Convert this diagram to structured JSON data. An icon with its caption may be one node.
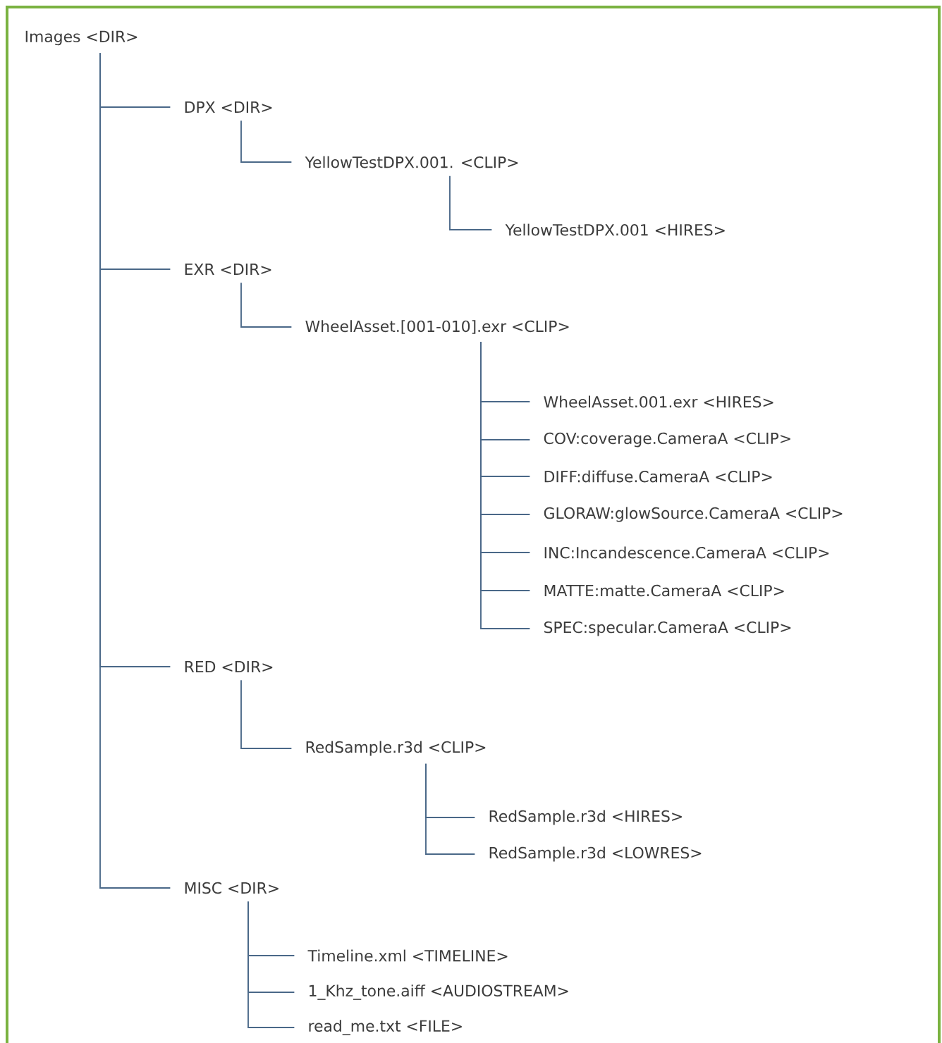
{
  "diagram": {
    "nodes": [
      {
        "text": [
          "Images <DIR>"
        ]
      },
      {
        "text": [
          "DPX <DIR>"
        ]
      },
      {
        "text": [
          "YellowTestDPX.001. <CLIP>"
        ]
      },
      {
        "text": [
          "YellowTestDPX.001 <HIRES>"
        ]
      },
      {
        "text": [
          "EXR <DIR>"
        ]
      },
      {
        "text": [
          "WheelAsset.[001-010].exr <CLIP>"
        ]
      },
      {
        "text": [
          "WheelAsset.001.exr <HIRES>"
        ]
      },
      {
        "text": [
          "COV:coverage.CameraA <CLIP>"
        ]
      },
      {
        "text": [
          "DIFF:diffuse.CameraA <CLIP>"
        ]
      },
      {
        "text": [
          "GLORAW:glowSource.CameraA <CLIP>"
        ]
      },
      {
        "text": [
          "INC:Incandescence.CameraA <CLIP>"
        ]
      },
      {
        "text": [
          "MATTE:matte.CameraA <CLIP>"
        ]
      },
      {
        "text": [
          "SPEC:specular.CameraA <CLIP>"
        ]
      },
      {
        "text": [
          "RED <DIR>"
        ]
      },
      {
        "text": [
          "RedSample.r3d <CLIP>"
        ]
      },
      {
        "text": [
          "RedSample.r3d <HIRES>"
        ]
      },
      {
        "text": [
          "RedSample.r3d <LOWRES>"
        ]
      },
      {
        "text": [
          "MISC <DIR>"
        ]
      },
      {
        "text": [
          "Timeline.xml <TIMELINE>"
        ]
      },
      {
        "text": [
          "1_Khz_tone.aiff <AUDIOSTREAM>"
        ]
      },
      {
        "text": [
          "read_me.txt <FILE>"
        ]
      }
    ],
    "edges": [
      {
        "from": 0,
        "to": 1,
        "arrow": "none"
      },
      {
        "from": 1,
        "to": 2,
        "arrow": "none"
      },
      {
        "from": 2,
        "to": 3,
        "arrow": "none"
      },
      {
        "from": 0,
        "to": 4,
        "arrow": "none"
      },
      {
        "from": 4,
        "to": 5,
        "arrow": "none"
      },
      {
        "from": 5,
        "to": 6,
        "arrow": "none"
      },
      {
        "from": 5,
        "to": 7,
        "arrow": "none"
      },
      {
        "from": 5,
        "to": 8,
        "arrow": "none"
      },
      {
        "from": 5,
        "to": 9,
        "arrow": "none"
      },
      {
        "from": 5,
        "to": 10,
        "arrow": "none"
      },
      {
        "from": 5,
        "to": 11,
        "arrow": "none"
      },
      {
        "from": 5,
        "to": 12,
        "arrow": "none"
      },
      {
        "from": 0,
        "to": 13,
        "arrow": "none"
      },
      {
        "from": 13,
        "to": 14,
        "arrow": "none"
      },
      {
        "from": 14,
        "to": 15,
        "arrow": "none"
      },
      {
        "from": 14,
        "to": 16,
        "arrow": "none"
      },
      {
        "from": 0,
        "to": 17,
        "arrow": "none"
      },
      {
        "from": 17,
        "to": 18,
        "arrow": "none"
      },
      {
        "from": 17,
        "to": 19,
        "arrow": "none"
      },
      {
        "from": 17,
        "to": 20,
        "arrow": "none"
      }
    ]
  }
}
